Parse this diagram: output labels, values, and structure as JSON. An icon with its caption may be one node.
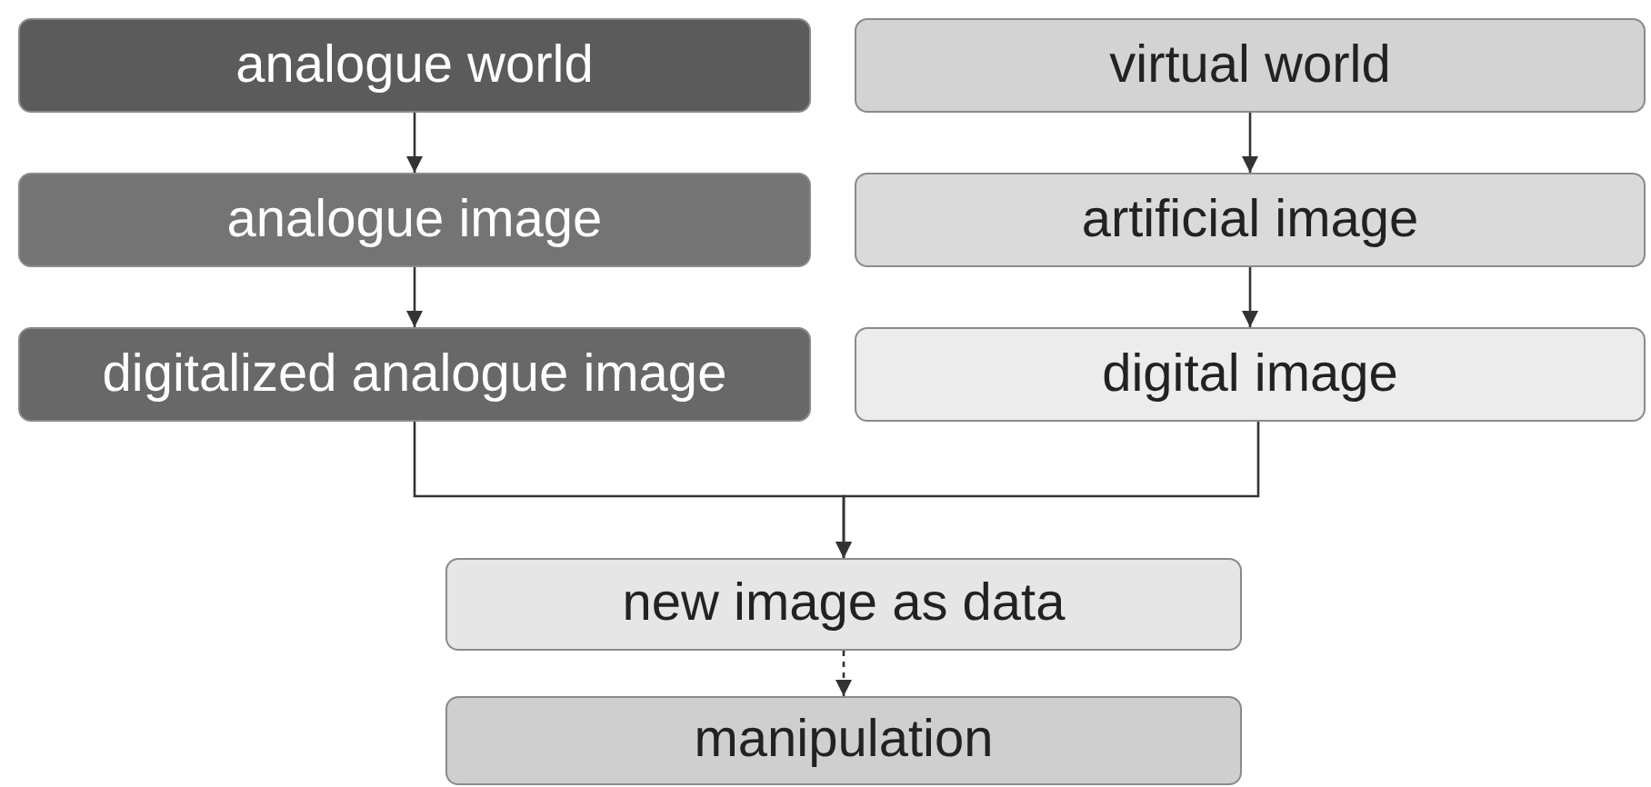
{
  "diagram": {
    "nodes": [
      {
        "text": [
          "analogue world"
        ]
      },
      {
        "text": [
          "virtual world"
        ]
      },
      {
        "text": [
          "analogue image"
        ]
      },
      {
        "text": [
          "artificial image"
        ]
      },
      {
        "text": [
          "digitalized analogue image"
        ]
      },
      {
        "text": [
          "digital image"
        ]
      },
      {
        "text": [
          "new image as data"
        ]
      },
      {
        "text": [
          "manipulation"
        ]
      }
    ],
    "edges": [
      {
        "from": 0,
        "to": 2,
        "arrow": "to"
      },
      {
        "from": 2,
        "to": 4,
        "arrow": "to"
      },
      {
        "from": 1,
        "to": 3,
        "arrow": "to"
      },
      {
        "from": 3,
        "to": 5,
        "arrow": "to"
      },
      {
        "from": 4,
        "to": 6,
        "arrow": "to"
      },
      {
        "from": 5,
        "to": 6,
        "arrow": "to"
      },
      {
        "from": 6,
        "to": 7,
        "arrow": "to",
        "style": "dashed"
      }
    ]
  }
}
